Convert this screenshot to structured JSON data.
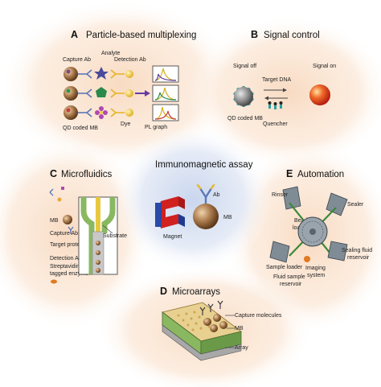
{
  "center": {
    "title": "Immunomagnetic assay",
    "ab": "Ab",
    "mb": "MB",
    "magnet": "Magnet"
  },
  "panelA": {
    "letter": "A",
    "title": "Particle-based multiplexing",
    "capture_ab": "Capture Ab",
    "analyte": "Analyte",
    "detection_ab": "Detection Ab",
    "qd": "QD coded MB",
    "dye": "Dye",
    "pl": "PL graph"
  },
  "panelB": {
    "letter": "B",
    "title": "Signal control",
    "signal_off": "Signal off",
    "target": "Target DNA",
    "signal_on": "Signal on",
    "qd": "QD coded MB",
    "quencher": "Quencher"
  },
  "panelC": {
    "letter": "C",
    "title": "Microfluidics",
    "mb": "MB",
    "capture_ab": "Capture Ab",
    "target_protein": "Target protein",
    "detection_ab": "Detection Ab",
    "strep1": "Streptavidin-",
    "strep2": "tagged enzyme",
    "substrate": "Substrate"
  },
  "panelD": {
    "letter": "D",
    "title": "Microarrays",
    "capture": "Capture molecules",
    "mb": "MB",
    "array": "Array"
  },
  "panelE": {
    "letter": "E",
    "title": "Automation",
    "rinser": "Rinser",
    "bead1": "Bead",
    "bead2": "loader",
    "sealer": "Sealer",
    "sealing1": "Sealing fluid",
    "sealing2": "reservoir",
    "sample_loader": "Sample loader",
    "imaging1": "Imaging",
    "imaging2": "system",
    "fluid1": "Fluid sample",
    "fluid2": "reservoir"
  },
  "colors": {
    "bead": "#a8784a",
    "magnet_red": "#d02020",
    "magnet_blue": "#2a4aa8",
    "ab_blue": "#5c78b8",
    "ab_yellow": "#e8b838",
    "panel_glow": "#f5cfb0",
    "center_glow": "#b8c8e8",
    "green_channel": "#8ab860",
    "dna_teal": "#2aa0a0",
    "quencher_black": "#222222"
  }
}
